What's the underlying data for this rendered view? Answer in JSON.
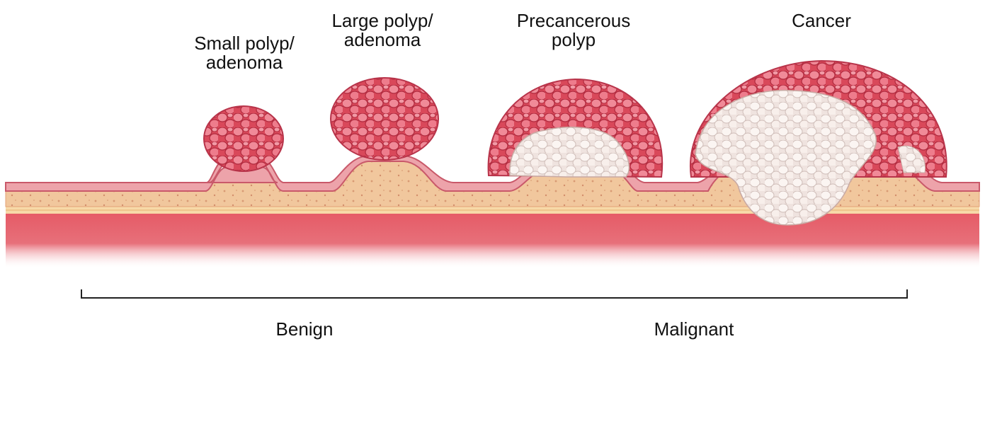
{
  "stages": [
    {
      "label": "Small polyp/\nadenoma",
      "icon": "small-polyp"
    },
    {
      "label": "Large polyp/\nadenoma",
      "icon": "large-polyp"
    },
    {
      "label": "Precancerous\npolyp",
      "icon": "precancerous-polyp"
    },
    {
      "label": "Cancer",
      "icon": "cancer-tumor"
    }
  ],
  "categories": {
    "benign": "Benign",
    "malignant": "Malignant"
  },
  "colors": {
    "polyp_red": "#d9485a",
    "polyp_light": "#f08a98",
    "submucosa": "#f2c79a",
    "mucosa": "#e98a93",
    "muscle": "#e2545f",
    "necrotic_white": "#f4ece8"
  }
}
